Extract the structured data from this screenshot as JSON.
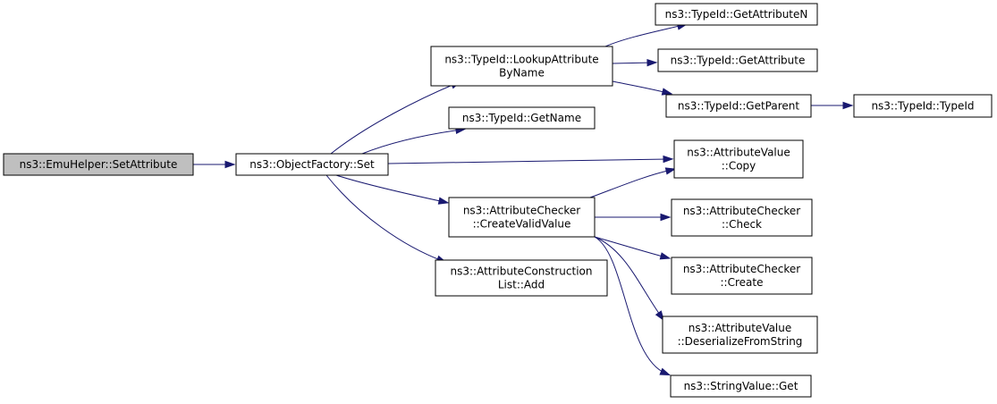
{
  "colors": {
    "edge": "#191970",
    "root_fill": "#bfbfbf",
    "node_fill": "#ffffff",
    "border": "#000000"
  },
  "nodes": [
    {
      "id": "emuhelper-setattribute",
      "lines": [
        "ns3::EmuHelper::SetAttribute"
      ],
      "root": true
    },
    {
      "id": "objectfactory-set",
      "lines": [
        "ns3::ObjectFactory::Set"
      ]
    },
    {
      "id": "typeid-lookupattributebyname",
      "lines": [
        "ns3::TypeId::LookupAttribute",
        "ByName"
      ]
    },
    {
      "id": "typeid-getname",
      "lines": [
        "ns3::TypeId::GetName"
      ]
    },
    {
      "id": "attributechecker-createvalidvalue",
      "lines": [
        "ns3::AttributeChecker",
        "::CreateValidValue"
      ]
    },
    {
      "id": "attributeconstructionlist-add",
      "lines": [
        "ns3::AttributeConstruction",
        "List::Add"
      ]
    },
    {
      "id": "typeid-getattributen",
      "lines": [
        "ns3::TypeId::GetAttributeN"
      ]
    },
    {
      "id": "typeid-getattribute",
      "lines": [
        "ns3::TypeId::GetAttribute"
      ]
    },
    {
      "id": "typeid-getparent",
      "lines": [
        "ns3::TypeId::GetParent"
      ]
    },
    {
      "id": "typeid-typeid",
      "lines": [
        "ns3::TypeId::TypeId"
      ]
    },
    {
      "id": "attributevalue-copy",
      "lines": [
        "ns3::AttributeValue",
        "::Copy"
      ]
    },
    {
      "id": "attributechecker-check",
      "lines": [
        "ns3::AttributeChecker",
        "::Check"
      ]
    },
    {
      "id": "attributechecker-create",
      "lines": [
        "ns3::AttributeChecker",
        "::Create"
      ]
    },
    {
      "id": "attributevalue-deserializefromstring",
      "lines": [
        "ns3::AttributeValue",
        "::DeserializeFromString"
      ]
    },
    {
      "id": "stringvalue-get",
      "lines": [
        "ns3::StringValue::Get"
      ]
    }
  ],
  "edges": [
    {
      "from": "emuhelper-setattribute",
      "to": "objectfactory-set"
    },
    {
      "from": "objectfactory-set",
      "to": "typeid-lookupattributebyname"
    },
    {
      "from": "objectfactory-set",
      "to": "typeid-getname"
    },
    {
      "from": "objectfactory-set",
      "to": "attributevalue-copy"
    },
    {
      "from": "objectfactory-set",
      "to": "attributechecker-createvalidvalue"
    },
    {
      "from": "objectfactory-set",
      "to": "attributeconstructionlist-add"
    },
    {
      "from": "typeid-lookupattributebyname",
      "to": "typeid-getattributen"
    },
    {
      "from": "typeid-lookupattributebyname",
      "to": "typeid-getattribute"
    },
    {
      "from": "typeid-lookupattributebyname",
      "to": "typeid-getparent"
    },
    {
      "from": "typeid-getparent",
      "to": "typeid-typeid"
    },
    {
      "from": "attributechecker-createvalidvalue",
      "to": "attributevalue-copy"
    },
    {
      "from": "attributechecker-createvalidvalue",
      "to": "attributechecker-check"
    },
    {
      "from": "attributechecker-createvalidvalue",
      "to": "attributechecker-create"
    },
    {
      "from": "attributechecker-createvalidvalue",
      "to": "attributevalue-deserializefromstring"
    },
    {
      "from": "attributechecker-createvalidvalue",
      "to": "stringvalue-get"
    }
  ]
}
